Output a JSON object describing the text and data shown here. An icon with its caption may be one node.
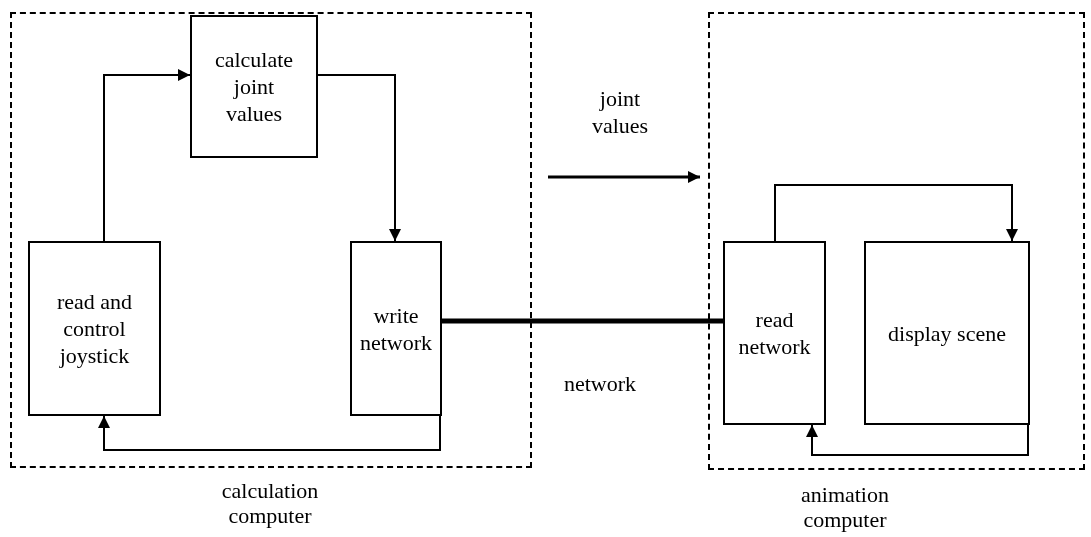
{
  "diagram": {
    "nodes": [
      {
        "text": [
          "calculation computer"
        ]
      },
      {
        "text": [
          "calculate joint values"
        ],
        "in": 0
      },
      {
        "text": [
          "read and control joystick"
        ],
        "in": 0
      },
      {
        "text": [
          "write network"
        ],
        "in": 0
      },
      {
        "text": [
          "animation computer"
        ]
      },
      {
        "text": [
          "read network"
        ],
        "in": 4
      },
      {
        "text": [
          "display scene"
        ],
        "in": 4
      }
    ],
    "edges": [
      {
        "from": 2,
        "to": 1,
        "arrow": "to"
      },
      {
        "from": 1,
        "to": 3,
        "arrow": "to"
      },
      {
        "from": 3,
        "to": 2,
        "arrow": "to"
      },
      {
        "from": 3,
        "to": 5,
        "arrow": "none",
        "style": "thick",
        "label": "network"
      },
      {
        "from": 5,
        "to": 6,
        "arrow": "to"
      },
      {
        "from": 6,
        "to": 5,
        "arrow": "to"
      }
    ],
    "labels": [
      "joint values"
    ]
  }
}
